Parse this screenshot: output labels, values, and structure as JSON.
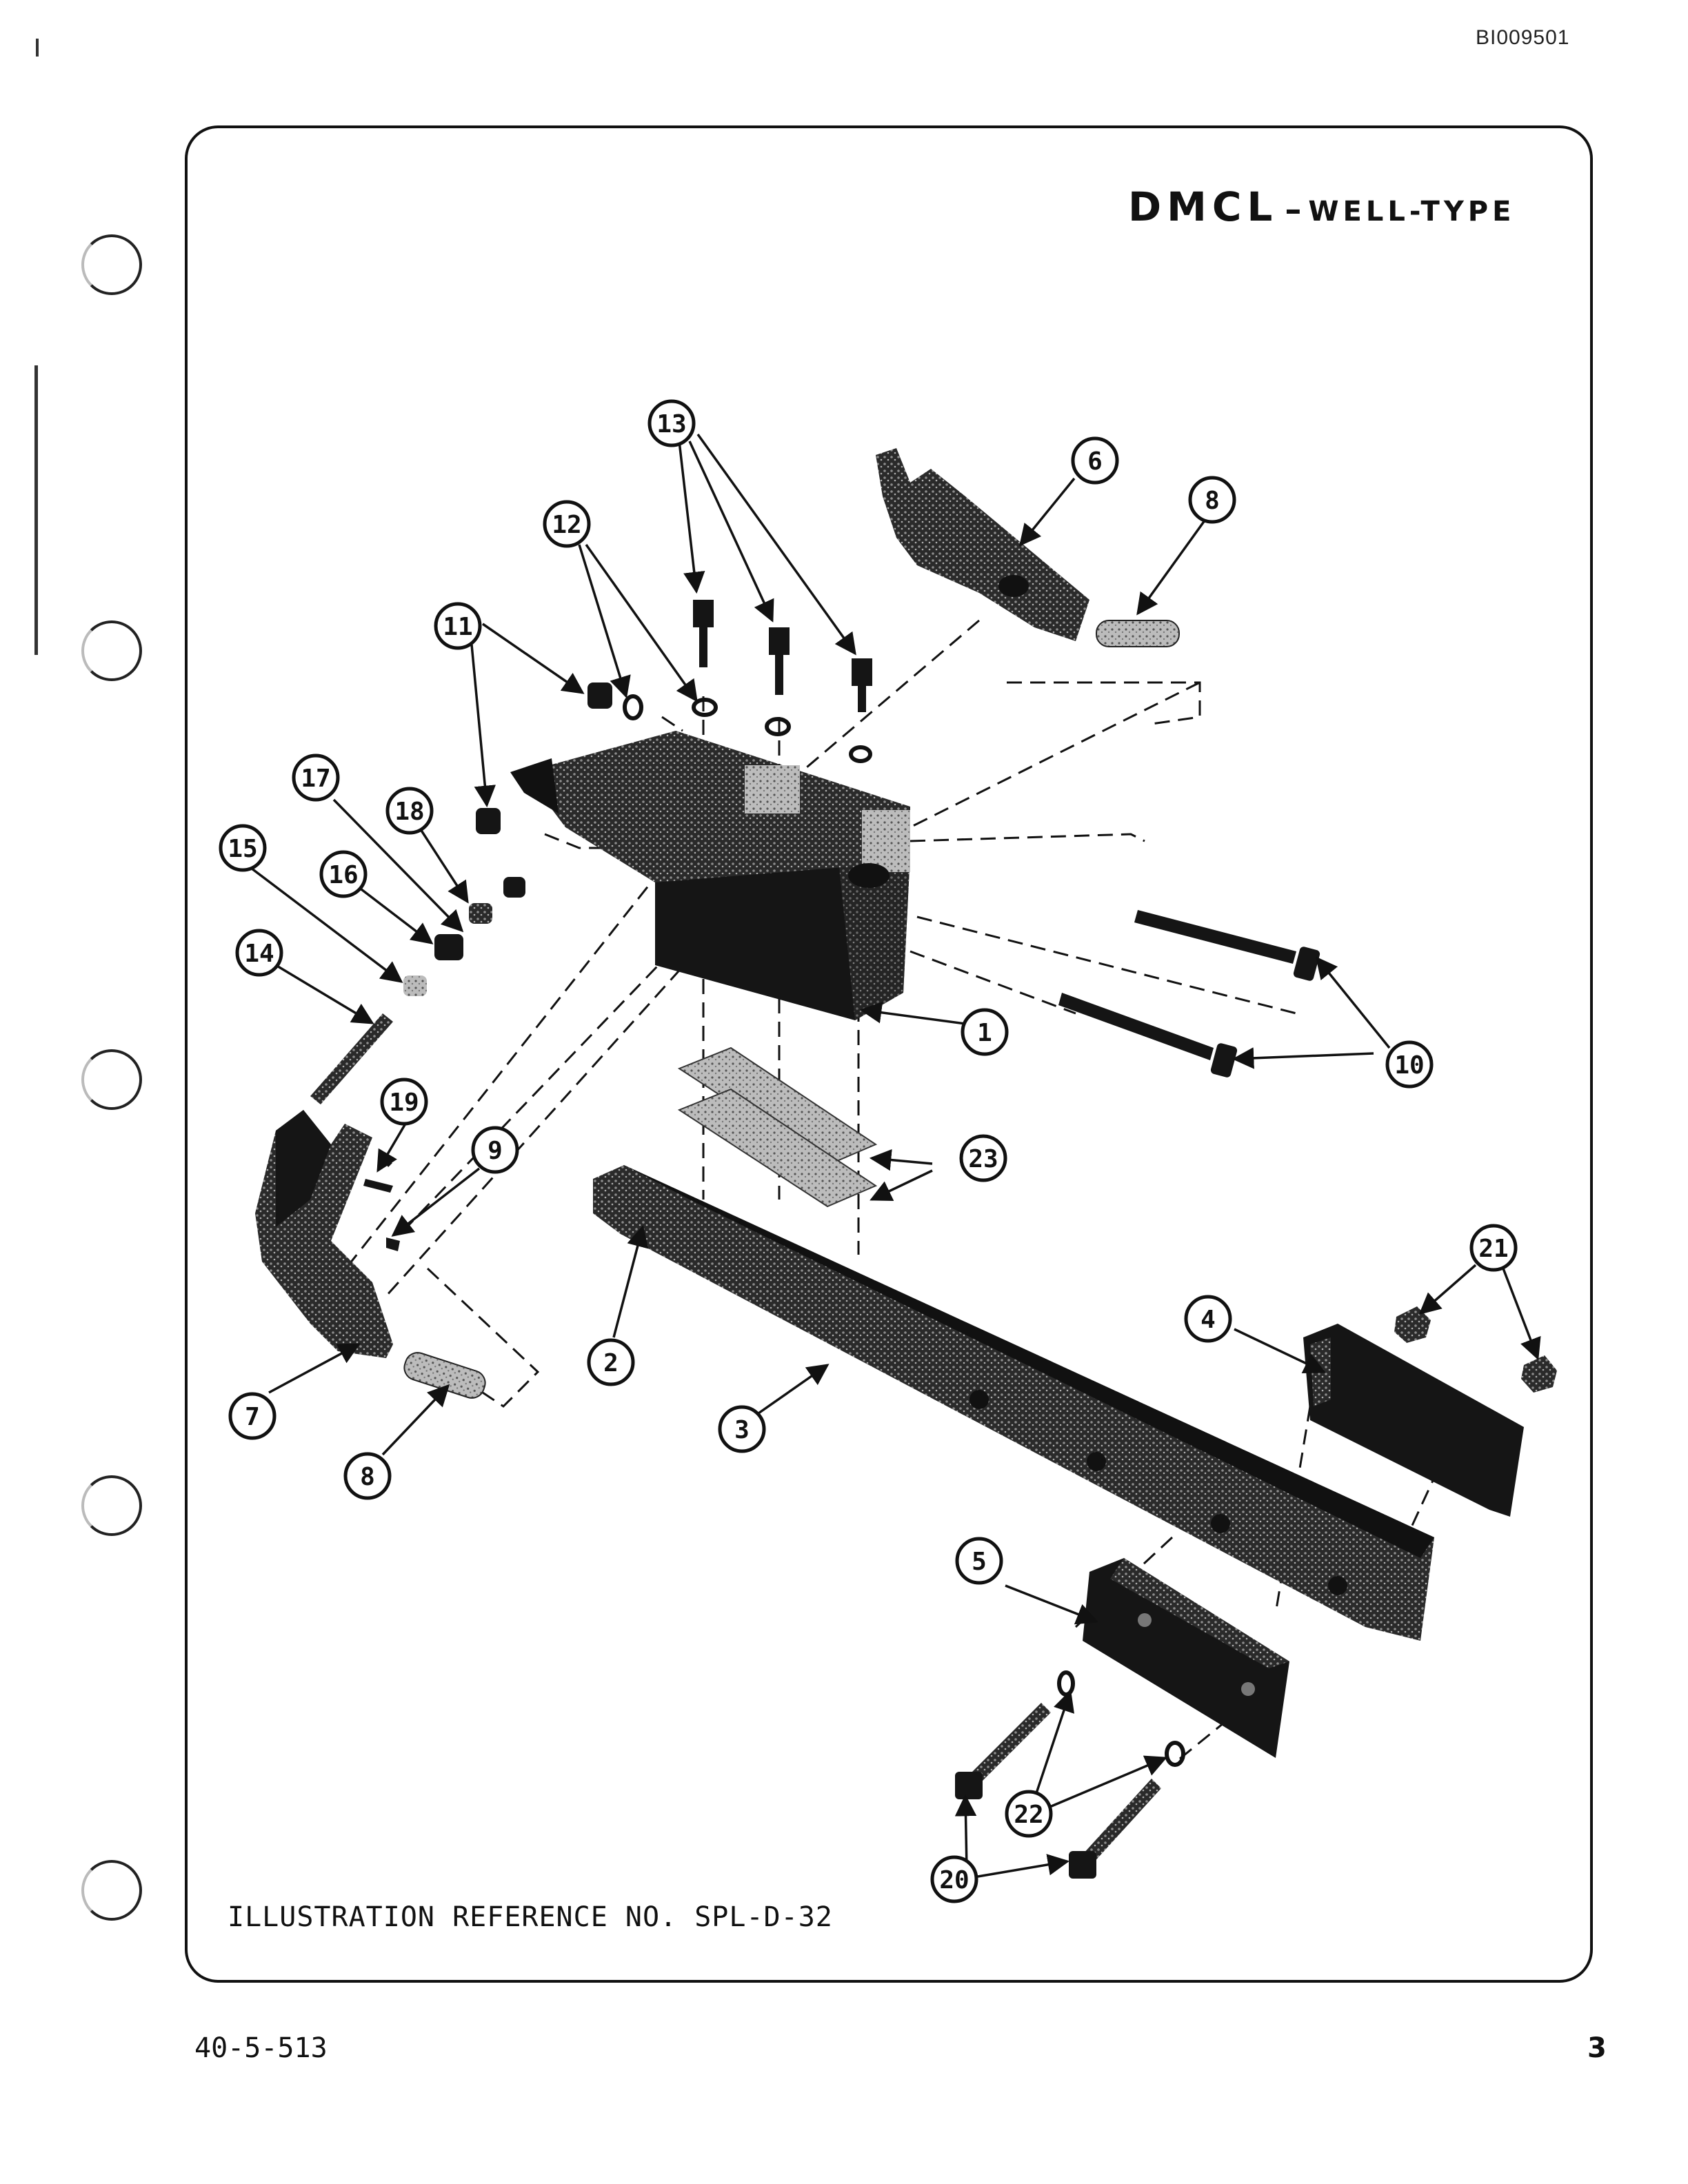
{
  "doc_id": "BI009501",
  "title": {
    "main": "DMCL",
    "separator": "–",
    "sub": "WELL-TYPE"
  },
  "callouts": [
    "1",
    "2",
    "3",
    "4",
    "5",
    "6",
    "7",
    "8",
    "8",
    "9",
    "10",
    "11",
    "12",
    "13",
    "14",
    "15",
    "16",
    "17",
    "18",
    "19",
    "20",
    "21",
    "22",
    "23"
  ],
  "illustration_reference": "ILLUSTRATION REFERENCE NO. SPL-D-32",
  "footer": {
    "doc_number": "40-5-513",
    "page_number": "3"
  },
  "colors": {
    "ink": "#111111",
    "paper": "#ffffff",
    "part_fill": "#1a1a1a",
    "part_light": "#9a9a9a"
  }
}
